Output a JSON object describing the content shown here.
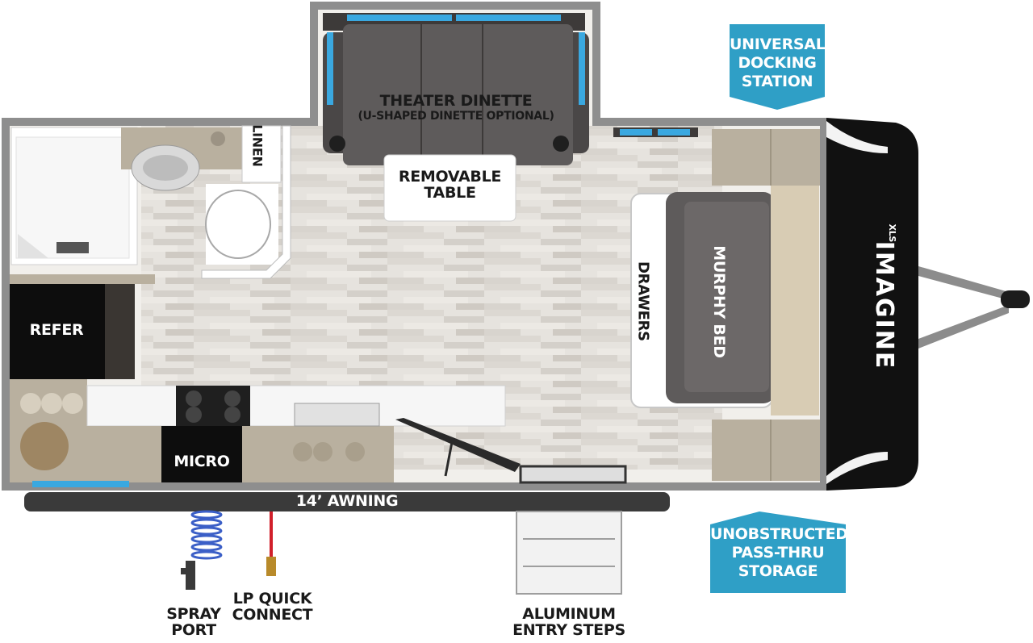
{
  "labels": {
    "theater_dinette": "THEATER DINETTE",
    "dinette_option": "(U-SHAPED DINETTE OPTIONAL)",
    "removable_table": [
      "REMOVABLE",
      "TABLE"
    ],
    "linen": "LINEN",
    "refer": "REFER",
    "micro": "MICRO",
    "drawers": "DRAWERS",
    "murphy_bed": "MURPHY BED",
    "awning": "14’ AWNING",
    "spray_port": [
      "SPRAY",
      "PORT"
    ],
    "lp_quick_connect": [
      "LP QUICK",
      "CONNECT"
    ],
    "entry_steps": [
      "ALUMINUM",
      "ENTRY STEPS"
    ],
    "brand": "IMAGINE",
    "brand_suffix": "XLS"
  },
  "callouts": {
    "docking": [
      "UNIVERSAL",
      "DOCKING",
      "STATION"
    ],
    "storage": [
      "UNOBSTRUCTED",
      "PASS-THRU",
      "STORAGE"
    ]
  },
  "colors": {
    "callout_blue": "#2f9fc6",
    "wall": "#8e8e8e",
    "floor": "#e4e1dc",
    "counter_tan": "#b9b09f",
    "sofa": "#5e5b5b",
    "cap_black": "#111111",
    "accent_blue": "#3aa8e0",
    "lp_hose": "#d11f2a"
  }
}
